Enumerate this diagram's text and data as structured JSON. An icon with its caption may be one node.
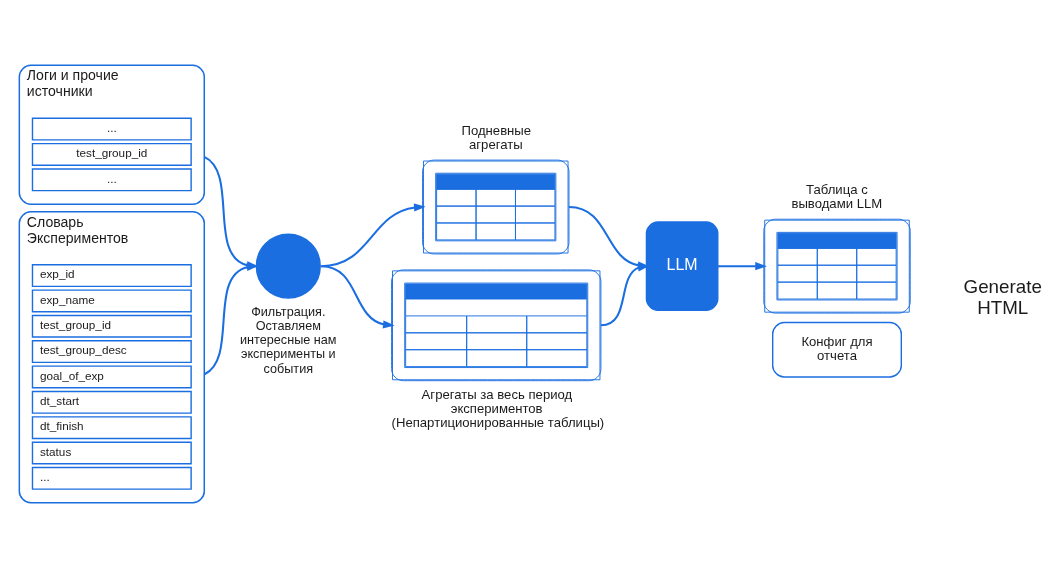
{
  "diagram": {
    "nodes": [
      {
        "text": [
          "Логи и прочие источники"
        ]
      },
      {
        "text": [
          "..."
        ],
        "in": 0
      },
      {
        "text": [
          "test_group_id"
        ],
        "in": 0
      },
      {
        "text": [
          "..."
        ],
        "in": 0
      },
      {
        "text": [
          "Словарь Экспериментов"
        ]
      },
      {
        "text": [
          "exp_id"
        ],
        "in": 4
      },
      {
        "text": [
          "exp_name"
        ],
        "in": 4
      },
      {
        "text": [
          "test_group_id"
        ],
        "in": 4
      },
      {
        "text": [
          "test_group_desc"
        ],
        "in": 4
      },
      {
        "text": [
          "goal_of_exp"
        ],
        "in": 4
      },
      {
        "text": [
          "dt_start"
        ],
        "in": 4
      },
      {
        "text": [
          "dt_finish"
        ],
        "in": 4
      },
      {
        "text": [
          "status"
        ],
        "in": 4
      },
      {
        "text": [
          "..."
        ],
        "in": 4
      },
      {
        "text": [],
        "shape": "circle",
        "beside": [
          "Фильтрация. Оставляем интересные нам эксперименты и события"
        ]
      },
      {
        "text": [
          "Подневные агрегаты"
        ]
      },
      {
        "text": [
          "Агрегаты за весь период экспериментов (Непартиционированные таблицы)"
        ]
      },
      {
        "text": [
          "LLM"
        ]
      },
      {
        "text": [
          "Таблица с выводами LLM"
        ]
      },
      {
        "text": [
          "Конфиг для отчета"
        ]
      }
    ],
    "edges": [
      {
        "from": 0,
        "to": 14,
        "arrow": "to"
      },
      {
        "from": 4,
        "to": 14,
        "arrow": "to"
      },
      {
        "from": 14,
        "to": 15,
        "arrow": "to"
      },
      {
        "from": 14,
        "to": 16,
        "arrow": "to"
      },
      {
        "from": 15,
        "to": 17,
        "arrow": "to"
      },
      {
        "from": 16,
        "to": 17,
        "arrow": "to"
      },
      {
        "from": 17,
        "to": 18,
        "arrow": "to"
      }
    ],
    "labels": [
      "Generate HTML"
    ]
  }
}
